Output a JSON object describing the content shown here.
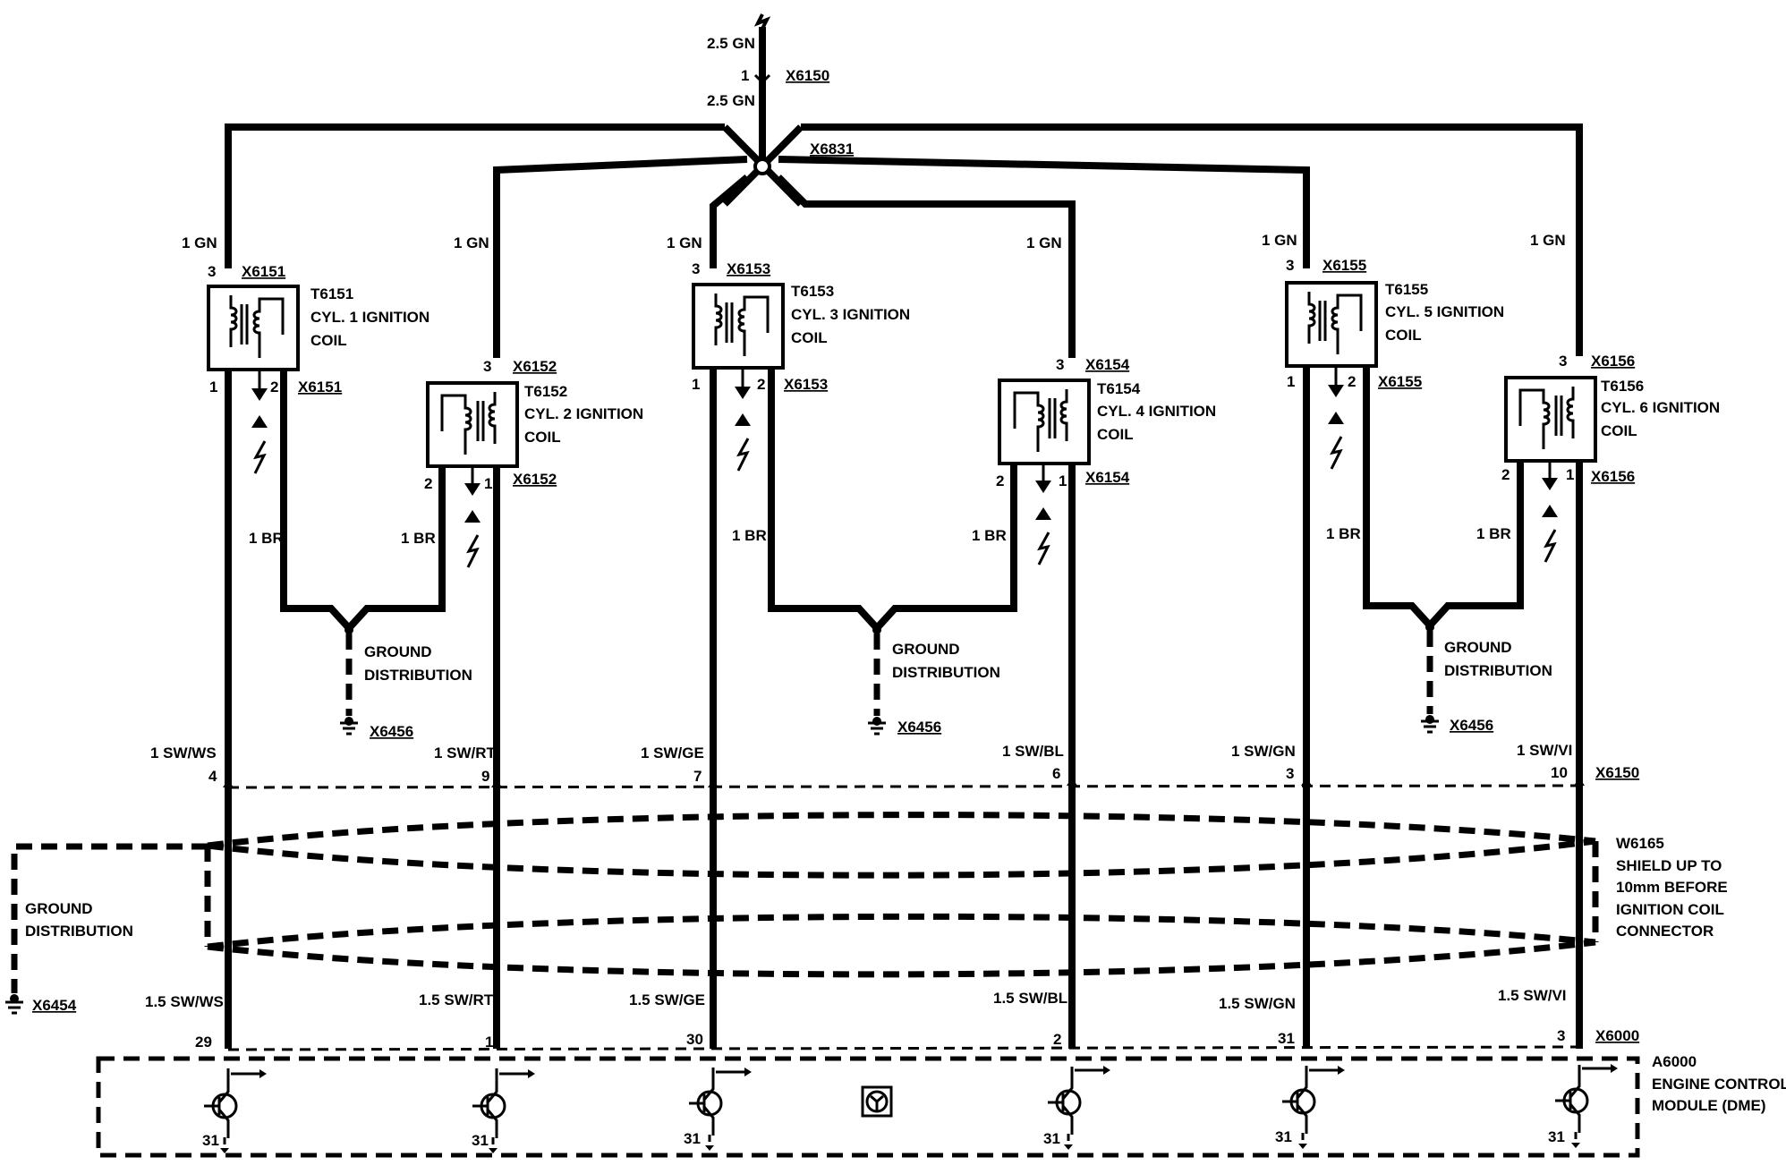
{
  "supply": {
    "wire_top": "2.5 GN",
    "pin": "1",
    "connector": "X6150",
    "wire_bottom": "2.5 GN",
    "splice": "X6831"
  },
  "coils": [
    {
      "wire_in": "1 GN",
      "pin_in": "3",
      "conn_in": "X6151",
      "id": "T6151",
      "name_line1": "CYL. 1 IGNITION",
      "name_line2": "COIL",
      "pin_out": "1",
      "pin_gnd": "2",
      "conn_out": "X6151",
      "gnd_wire": "1 BR",
      "signal_wire": "1 SW/WS",
      "pin_harness": "4",
      "shield_wire": "1.5 SW/WS",
      "ecm_pin": "29",
      "ecm_gnd_pin": "31"
    },
    {
      "wire_in": "1 GN",
      "pin_in": "3",
      "conn_in": "X6152",
      "id": "T6152",
      "name_line1": "CYL. 2 IGNITION",
      "name_line2": "COIL",
      "pin_out": "1",
      "pin_gnd": "2",
      "conn_out": "X6152",
      "gnd_wire": "1 BR",
      "signal_wire": "1 SW/RT",
      "pin_harness": "9",
      "shield_wire": "1.5 SW/RT",
      "ecm_pin": "1",
      "ecm_gnd_pin": "31"
    },
    {
      "wire_in": "1 GN",
      "pin_in": "3",
      "conn_in": "X6153",
      "id": "T6153",
      "name_line1": "CYL. 3 IGNITION",
      "name_line2": "COIL",
      "pin_out": "1",
      "pin_gnd": "2",
      "conn_out": "X6153",
      "gnd_wire": "1 BR",
      "signal_wire": "1 SW/GE",
      "pin_harness": "7",
      "shield_wire": "1.5 SW/GE",
      "ecm_pin": "30",
      "ecm_gnd_pin": "31"
    },
    {
      "wire_in": "1 GN",
      "pin_in": "3",
      "conn_in": "X6154",
      "id": "T6154",
      "name_line1": "CYL. 4 IGNITION",
      "name_line2": "COIL",
      "pin_out": "1",
      "pin_gnd": "2",
      "conn_out": "X6154",
      "gnd_wire": "1 BR",
      "signal_wire": "1 SW/BL",
      "pin_harness": "6",
      "shield_wire": "1.5 SW/BL",
      "ecm_pin": "2",
      "ecm_gnd_pin": "31"
    },
    {
      "wire_in": "1 GN",
      "pin_in": "3",
      "conn_in": "X6155",
      "id": "T6155",
      "name_line1": "CYL. 5 IGNITION",
      "name_line2": "COIL",
      "pin_out": "1",
      "pin_gnd": "2",
      "conn_out": "X6155",
      "gnd_wire": "1 BR",
      "signal_wire": "1 SW/GN",
      "pin_harness": "3",
      "shield_wire": "1.5 SW/GN",
      "ecm_pin": "31",
      "ecm_gnd_pin": "31"
    },
    {
      "wire_in": "1 GN",
      "pin_in": "3",
      "conn_in": "X6156",
      "id": "T6156",
      "name_line1": "CYL. 6 IGNITION",
      "name_line2": "COIL",
      "pin_out": "1",
      "pin_gnd": "2",
      "conn_out": "X6156",
      "gnd_wire": "1 BR",
      "signal_wire": "1 SW/VI",
      "pin_harness": "10",
      "shield_wire": "1.5 SW/VI",
      "ecm_pin": "3",
      "ecm_gnd_pin": "31"
    }
  ],
  "ground_distribution": [
    {
      "label_line1": "GROUND",
      "label_line2": "DISTRIBUTION",
      "connector": "X6456"
    },
    {
      "label_line1": "GROUND",
      "label_line2": "DISTRIBUTION",
      "connector": "X6456"
    },
    {
      "label_line1": "GROUND",
      "label_line2": "DISTRIBUTION",
      "connector": "X6456"
    }
  ],
  "harness_connector": "X6150",
  "shield": {
    "id": "W6165",
    "line1": "SHIELD UP TO",
    "line2": "10mm BEFORE",
    "line3": "IGNITION COIL",
    "line4": "CONNECTOR",
    "ground_line1": "GROUND",
    "ground_line2": "DISTRIBUTION",
    "ground_connector": "X6454"
  },
  "ecm": {
    "connector": "X6000",
    "id": "A6000",
    "line1": "ENGINE CONTROL",
    "line2": "MODULE (DME)"
  }
}
